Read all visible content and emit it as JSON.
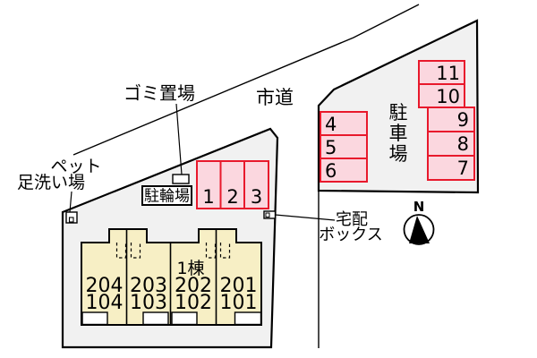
{
  "plan": {
    "road_label": "市道",
    "garbage_label": "ゴミ置場",
    "pet_label_line1": "ペット",
    "pet_label_line2": "足洗い場",
    "bicycle_label": "駐輪場",
    "delivery_label_line1": "宅配",
    "delivery_label_line2": "ボックス",
    "building_label": "1棟",
    "north_label": "N",
    "parking_label_chars": [
      "駐",
      "車",
      "場"
    ]
  },
  "stalls": {
    "left": [
      "1",
      "2",
      "3"
    ],
    "west": [
      "4",
      "5",
      "6"
    ],
    "east_upper": [
      "11",
      "10"
    ],
    "east_lower": [
      "9",
      "8",
      "7"
    ]
  },
  "units": [
    {
      "upper": "204",
      "lower": "104"
    },
    {
      "upper": "203",
      "lower": "103"
    },
    {
      "upper": "202",
      "lower": "102"
    },
    {
      "upper": "201",
      "lower": "101"
    }
  ],
  "colors": {
    "stall_fill": "#fbd7df",
    "stall_border": "#e8192c",
    "building_fill": "#f7efc5",
    "lot_fill": "#f1f1f1",
    "line": "#000000"
  }
}
